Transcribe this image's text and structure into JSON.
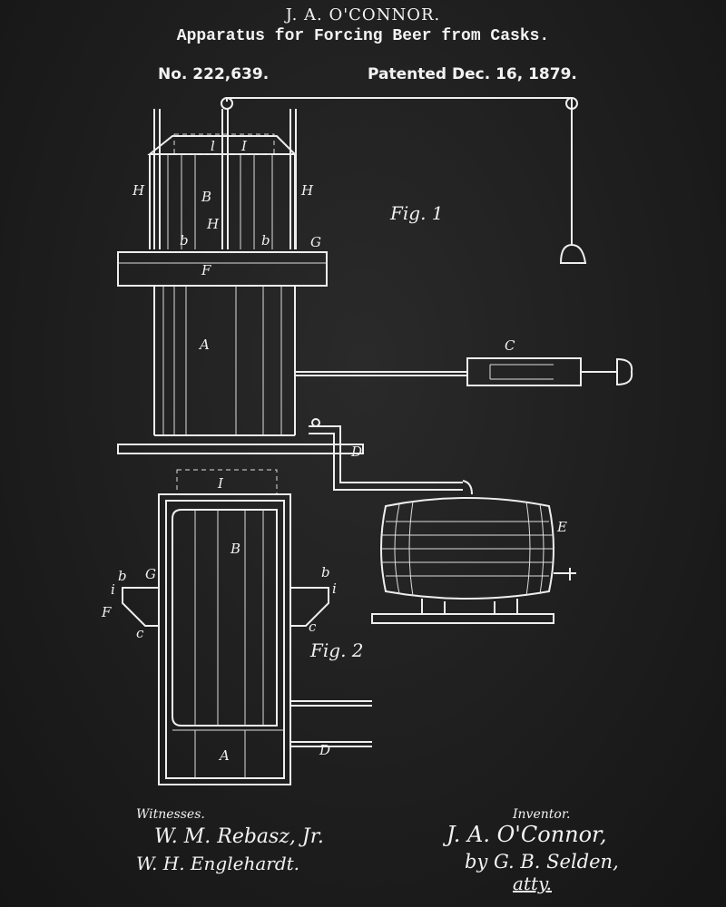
{
  "header": {
    "inventor": "J. A. O'CONNOR.",
    "title": "Apparatus for Forcing Beer from Casks.",
    "patent_number": "No. 222,639.",
    "patent_date": "Patented Dec. 16, 1879."
  },
  "figures": {
    "fig1_label": "Fig. 1",
    "fig2_label": "Fig. 2",
    "fig1_parts": {
      "H": "H",
      "B": "B",
      "I": "I",
      "l": "l",
      "b": "b",
      "G": "G",
      "F": "F",
      "A": "A",
      "C": "C",
      "D": "D",
      "E": "E"
    },
    "fig2_parts": {
      "I": "I",
      "B": "B",
      "b": "b",
      "i": "i",
      "G": "G",
      "F": "F",
      "c": "c",
      "A": "A",
      "D": "D"
    }
  },
  "footer": {
    "witnesses_label": "Witnesses.",
    "witness_1": "W. M. Rebasz, Jr.",
    "witness_2": "W. H. Englehardt.",
    "inventor_label": "Inventor.",
    "inventor_signature": "J. A. O'Connor,",
    "attorney_line": "by G. B. Selden,",
    "attorney_title": "atty."
  },
  "colors": {
    "background": "#1c1c1c",
    "ink": "#eeeeee"
  }
}
